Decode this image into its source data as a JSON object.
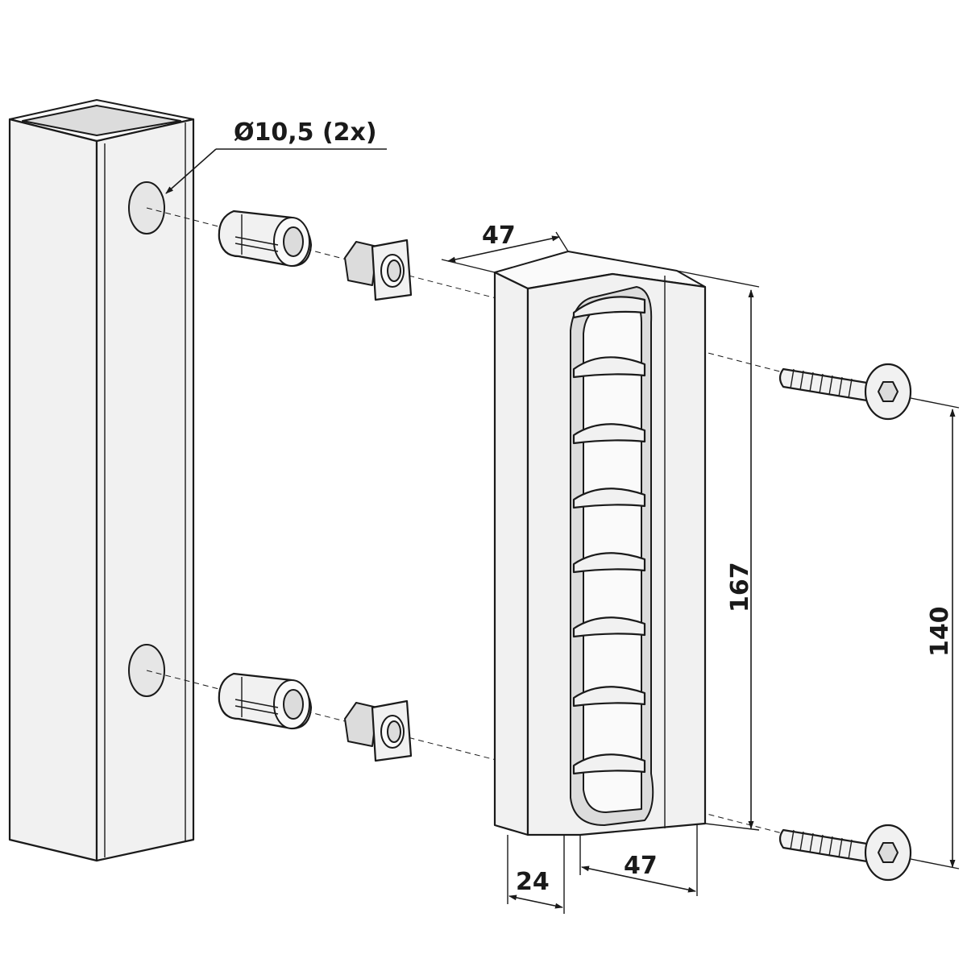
{
  "labels": {
    "hole_diameter": "Ø10,5 (2x)",
    "bracket_width_top": "47",
    "bracket_height": "167",
    "screw_spacing": "140",
    "bracket_depth": "24",
    "bracket_width_bottom": "47"
  }
}
